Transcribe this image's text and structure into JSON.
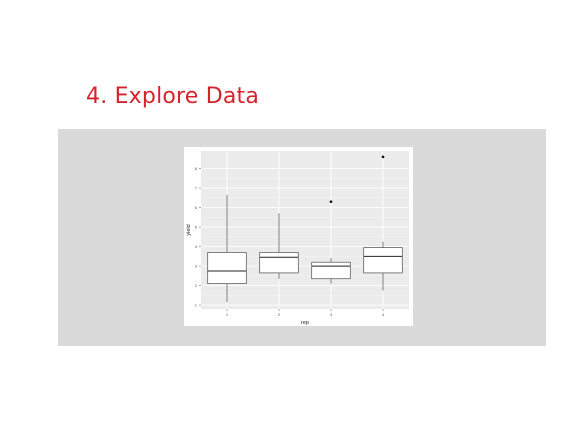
{
  "slide": {
    "title": "4. Explore Data"
  },
  "chart_data": {
    "type": "box",
    "xlabel": "rep",
    "ylabel": "yield",
    "categories": [
      "1",
      "2",
      "3",
      "4"
    ],
    "ylim": [
      0.8,
      8.9
    ],
    "yticks": [
      1,
      2,
      3,
      4,
      5,
      6,
      7,
      8
    ],
    "grid": true,
    "boxes": [
      {
        "category": "1",
        "whisker_low": 1.15,
        "q1": 2.1,
        "median": 2.75,
        "q3": 3.7,
        "whisker_high": 6.65,
        "outliers": []
      },
      {
        "category": "2",
        "whisker_low": 2.35,
        "q1": 2.65,
        "median": 3.45,
        "q3": 3.7,
        "whisker_high": 5.7,
        "outliers": []
      },
      {
        "category": "3",
        "whisker_low": 2.1,
        "q1": 2.35,
        "median": 3.0,
        "q3": 3.2,
        "whisker_high": 3.4,
        "outliers": [
          6.3
        ]
      },
      {
        "category": "4",
        "whisker_low": 1.75,
        "q1": 2.65,
        "median": 3.5,
        "q3": 3.95,
        "whisker_high": 4.25,
        "outliers": [
          8.6
        ]
      }
    ]
  }
}
